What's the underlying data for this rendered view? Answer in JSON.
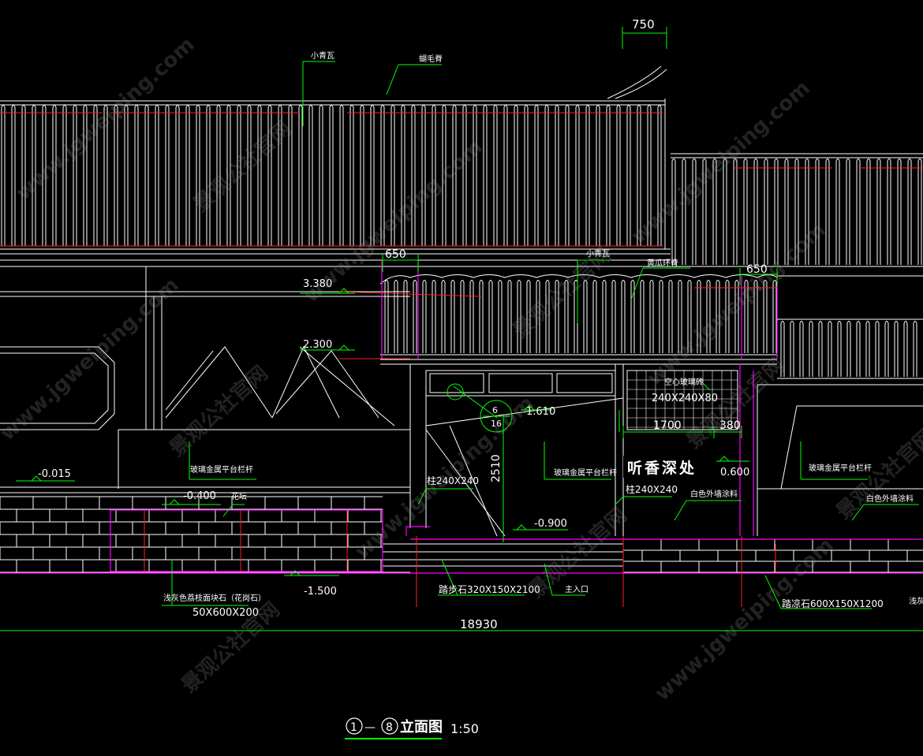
{
  "colors": {
    "background": "#000000",
    "line_white": "#ffffff",
    "dimension": "#00ff00",
    "level_marker": "#00ff00",
    "accent_red": "#ff2020",
    "accent_magenta": "#ff00ff",
    "text": "#ffffff"
  },
  "dimensions": {
    "d750": "750",
    "d650_left": "650",
    "d650_right": "650",
    "d2510": "2510",
    "d1700": "1700",
    "d380": "380",
    "d18930": "18930"
  },
  "levels": {
    "l3380": "3.380",
    "l2300": "2.300",
    "l1610": "1.610",
    "lm0015": "-0.015",
    "lm0400": "-0.400",
    "lm0900": "-0.900",
    "lm1500": "-1.500",
    "l0600": "0.600"
  },
  "labels": {
    "tile_top": "小青瓦",
    "ridge_top": "蝴毛脊",
    "tile_mid": "小青瓦",
    "ridge_mid": "黄瓜环脊",
    "glass_brick": "空心玻璃砖",
    "glass_brick_size": "240X240X80",
    "railing_left": "玻璃金属平台栏杆",
    "railing_mid": "玻璃金属平台栏杆",
    "railing_right": "玻璃金属平台栏杆",
    "column_left": "柱240X240",
    "column_right": "柱240X240",
    "white_paint_mid": "白色外墙涂料",
    "white_paint_right": "白色外墙涂料",
    "planter": "花坛",
    "stone_facing": "浅灰色荔枝面块石（花岗石）",
    "stone_size": "50X600X200",
    "step_stone": "踏步石320X150X2100",
    "entrance": "主入口",
    "step_stone2": "踏凉石600X150X1200",
    "right_cut": "浅灰",
    "signboard": "听香深处"
  },
  "detail_ref": {
    "top": "6",
    "bottom": "16"
  },
  "title": {
    "circle_a": "1",
    "dash": "—",
    "circle_b": "8",
    "name": "立面图",
    "scale": "1:50"
  },
  "watermark": {
    "url": "www.jgweiping.com",
    "cn": "景观公社官网"
  }
}
